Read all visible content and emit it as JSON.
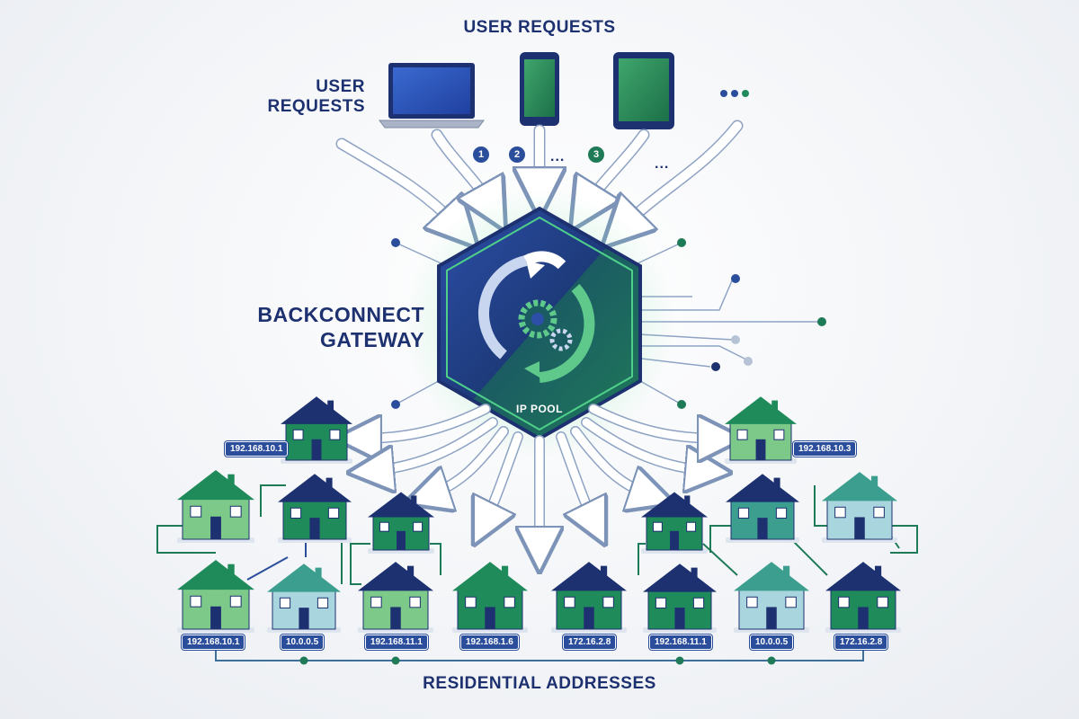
{
  "labels": {
    "top": "USER REQUESTS",
    "left_line1": "USER",
    "left_line2": "REQUESTS",
    "gateway_line1": "BACKCONNECT",
    "gateway_line2": "GATEWAY",
    "ip_pool": "IP POOL",
    "bottom": "RESIDENTIAL ADDRESSES"
  },
  "badges": [
    "1",
    "2",
    "3"
  ],
  "ellipsis": "...",
  "ip_tags": {
    "upper_left": "192.168.10.1",
    "upper_right": "192.168.10.3",
    "bottom": [
      "192.168.10.1",
      "10.0.0.5",
      "192.168.11.1",
      "192.168.1.6",
      "172.16.2.8",
      "192.168.11.1",
      "10.0.0.5",
      "172.16.2.8"
    ]
  },
  "colors": {
    "navy": "#1d3170",
    "blue": "#2a4d9c",
    "green": "#1f8a5a",
    "light_green": "#7cc98a",
    "teal": "#3c9e8f",
    "light_blue": "#a9d6de"
  }
}
